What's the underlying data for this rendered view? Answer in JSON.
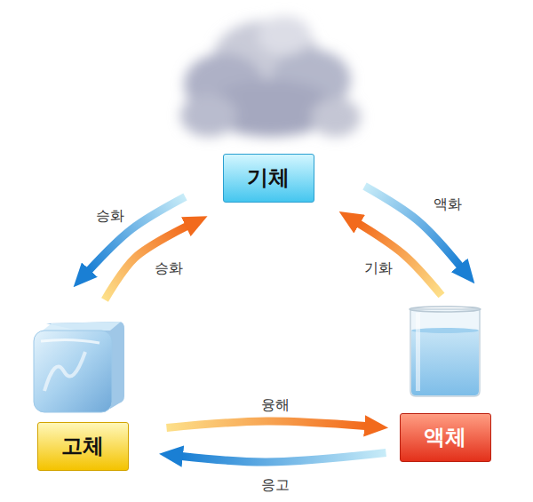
{
  "diagram": {
    "nodes": [
      {
        "text": [
          "기체"
        ]
      },
      {
        "text": [
          "고체"
        ]
      },
      {
        "text": [
          "액체"
        ]
      }
    ],
    "edges": [
      {
        "from": 0,
        "to": 1,
        "label": "승화",
        "arrow": "to"
      },
      {
        "from": 1,
        "to": 0,
        "label": "승화",
        "arrow": "to"
      },
      {
        "from": 0,
        "to": 2,
        "label": "액화",
        "arrow": "to"
      },
      {
        "from": 2,
        "to": 0,
        "label": "기화",
        "arrow": "to"
      },
      {
        "from": 1,
        "to": 2,
        "label": "융해",
        "arrow": "to"
      },
      {
        "from": 2,
        "to": 1,
        "label": "응고",
        "arrow": "to"
      }
    ]
  }
}
